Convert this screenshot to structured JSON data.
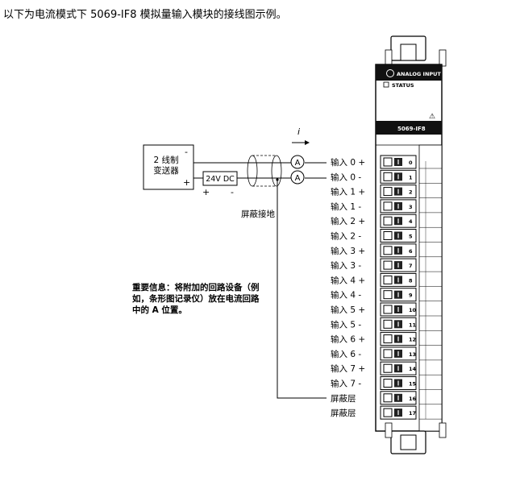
{
  "intro_text": "以下为电流模式下 5069-IF8 模拟量输入模块的接线图示例。",
  "transmitter": {
    "label_line1": "2 线制",
    "label_line2": "变送器",
    "minus": "-",
    "plus": "+"
  },
  "power_supply": {
    "label": "24V DC",
    "plus": "+",
    "minus": "-"
  },
  "current_arrow_label": "i",
  "ammeter_symbol": "A",
  "shield_ground_label": "屏蔽接地",
  "note": {
    "heading": "重要信息：",
    "body": "将附加的回路设备（例如，条形图记录仪）放在电流回路中的 A 位置。"
  },
  "module": {
    "header": "ANALOG INPUT",
    "status_label": "STATUS",
    "warning_symbol": "⚠",
    "catalog_number": "5069-IF8"
  },
  "terminals": [
    {
      "label": "输入 0 +",
      "number": "0"
    },
    {
      "label": "输入 0 -",
      "number": "1"
    },
    {
      "label": "输入 1 +",
      "number": "2"
    },
    {
      "label": "输入 1 -",
      "number": "3"
    },
    {
      "label": "输入 2 +",
      "number": "4"
    },
    {
      "label": "输入 2 -",
      "number": "5"
    },
    {
      "label": "输入 3 +",
      "number": "6"
    },
    {
      "label": "输入 3 -",
      "number": "7"
    },
    {
      "label": "输入 4 +",
      "number": "8"
    },
    {
      "label": "输入 4 -",
      "number": "9"
    },
    {
      "label": "输入 5 +",
      "number": "10"
    },
    {
      "label": "输入 5 -",
      "number": "11"
    },
    {
      "label": "输入 6 +",
      "number": "12"
    },
    {
      "label": "输入 6 -",
      "number": "13"
    },
    {
      "label": "输入 7 +",
      "number": "14"
    },
    {
      "label": "输入 7 -",
      "number": "15"
    },
    {
      "label": "屏蔽层",
      "number": "16"
    },
    {
      "label": "屏蔽层",
      "number": "17"
    }
  ]
}
